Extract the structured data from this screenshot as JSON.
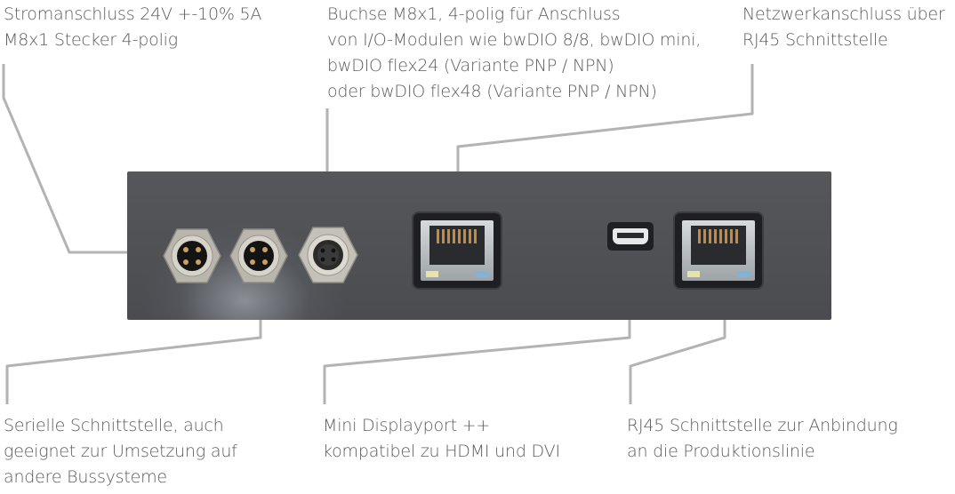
{
  "labels": {
    "power": [
      "Stromanschluss 24V +-10% 5A",
      "M8x1 Stecker 4-polig"
    ],
    "m8_socket": [
      "Buchse M8x1, 4-polig für Anschluss",
      "von I/O-Modulen wie bwDIO 8/8, bwDIO mini,",
      "bwDIO flex24 (Variante PNP / NPN)",
      "oder bwDIO flex48 (Variante PNP / NPN)"
    ],
    "network": [
      "Netzwerkanschluss über",
      "RJ45 Schnittstelle"
    ],
    "serial": [
      "Serielle Schnittstelle, auch",
      "geeignet zur Umsetzung auf",
      "andere Bussysteme"
    ],
    "displayport": [
      "Mini Displayport ++",
      "kompatibel zu HDMI und DVI"
    ],
    "rj45_production": [
      "RJ45 Schnittstelle zur Anbindung",
      "an die Produktionslinie"
    ]
  },
  "colors": {
    "panel": "#4f5155",
    "leader_line": "#b3b3b3",
    "text": "#5c5c5c"
  },
  "icons": [
    "m8-connector-icon",
    "m8-connector-icon",
    "m8-socket-icon",
    "rj45-port-icon",
    "mini-displayport-icon",
    "rj45-port-icon"
  ]
}
